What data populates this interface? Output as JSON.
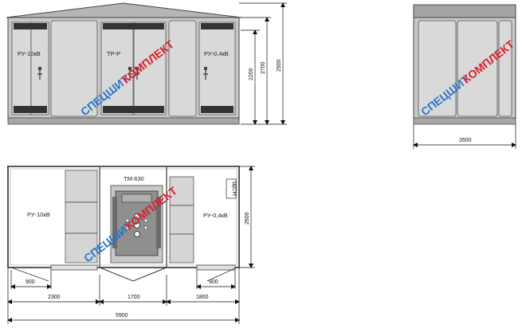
{
  "front_view": {
    "compartments": [
      "РУ-10кВ",
      "ТР-Р",
      "РУ-0,4кВ"
    ],
    "dims": {
      "door_height": "2200",
      "wall_height": "2700",
      "total_height": "2900"
    }
  },
  "side_view": {
    "dims": {
      "width": "2600"
    }
  },
  "plan_view": {
    "rooms": [
      "РУ-10кВ",
      "ТМ-630",
      "РУ-0,4кВ"
    ],
    "panel_label": "ЩСН",
    "dims": {
      "depth": "2600",
      "door_left": "900",
      "door_right": "900",
      "seg_left": "2300",
      "seg_mid": "1700",
      "seg_right": "1800",
      "total": "5900"
    }
  },
  "watermark": {
    "part1": "СПЕЦШИТ",
    "part2": "КОМПЛЕКТ"
  }
}
